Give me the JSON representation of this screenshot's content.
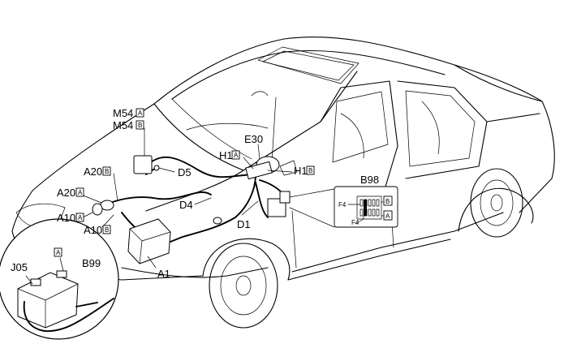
{
  "labels": {
    "m54a": "M54",
    "m54a_box": "A",
    "m54b": "M54",
    "m54b_box": "B",
    "e30": "E30",
    "h1a": "H1",
    "h1a_box": "A",
    "h1b": "H1",
    "h1b_box": "B",
    "a20b": "A20",
    "a20b_box": "B",
    "d5": "D5",
    "a20a": "A20",
    "a20a_box": "A",
    "d4": "D4",
    "a10a": "A10",
    "a10a_box": "A",
    "a10b": "A10",
    "a10b_box": "B",
    "d1": "D1",
    "a1": "A1",
    "b98": "B98",
    "f4_left": "F4",
    "f4_bottom": "F4",
    "b98_box_b": "B",
    "b98_box_a": "A",
    "j05": "J05",
    "inset_box_a": "A",
    "b99": "B99"
  }
}
